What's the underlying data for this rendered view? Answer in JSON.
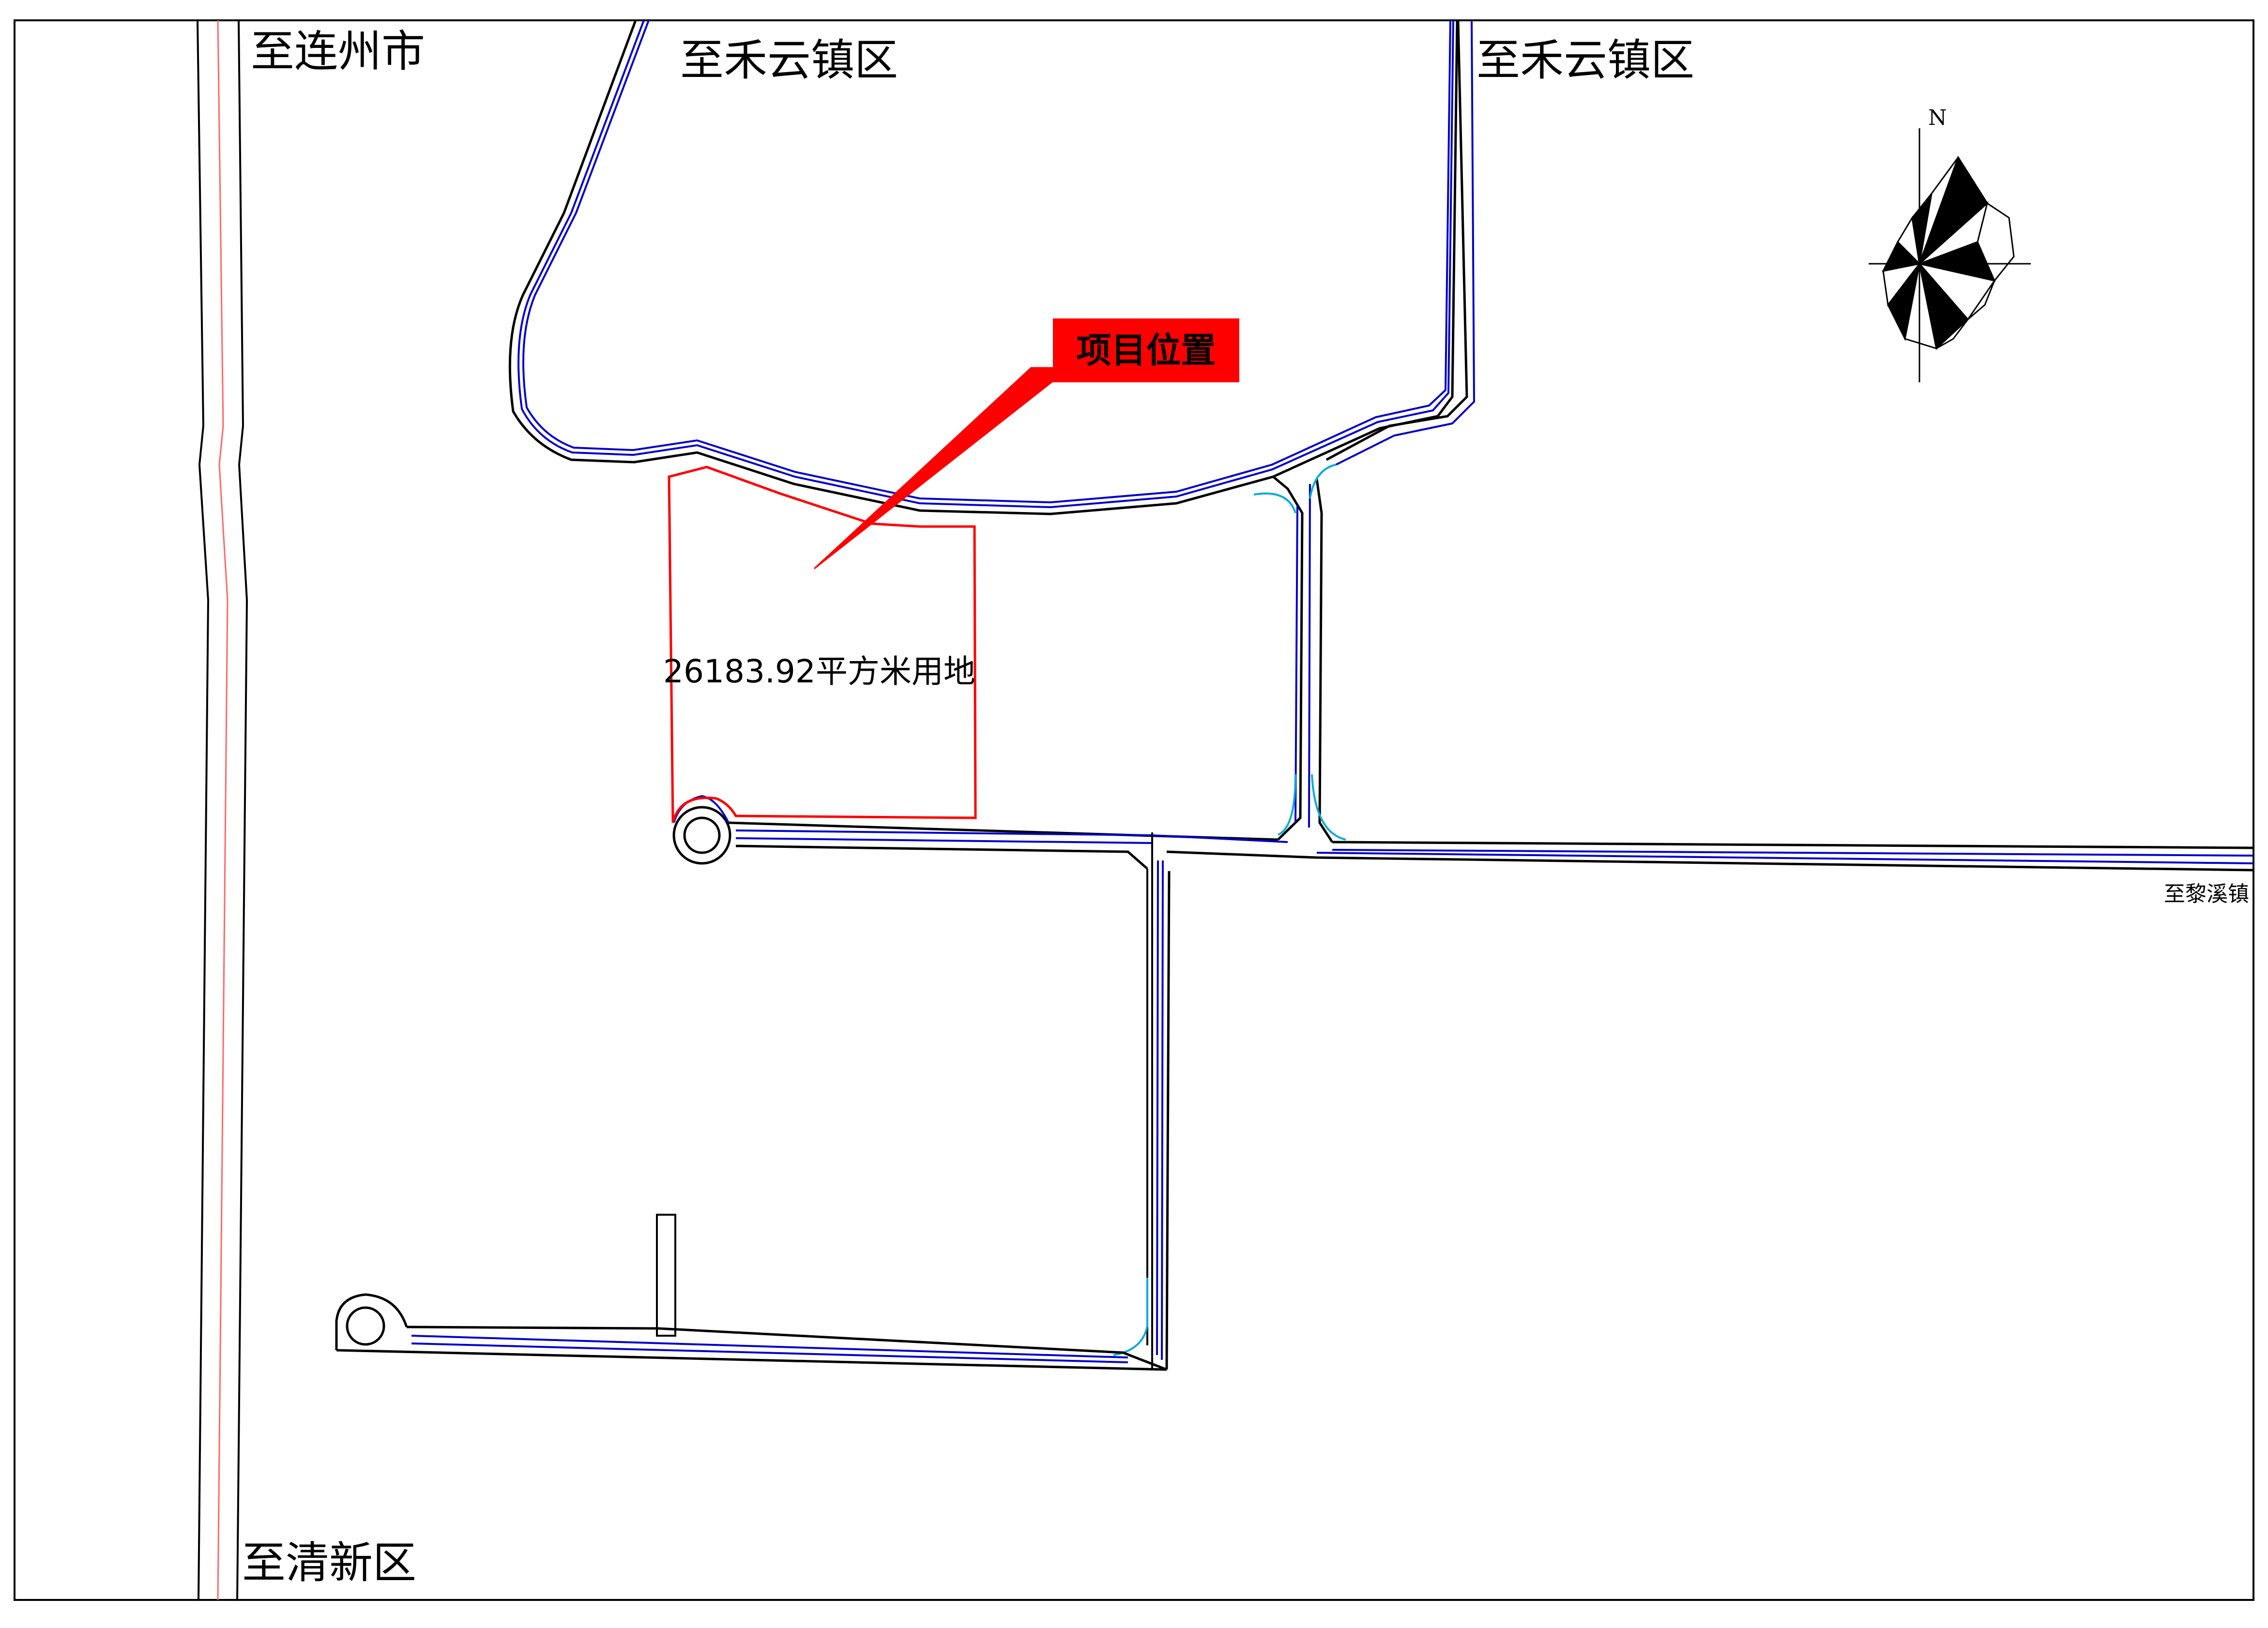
{
  "labels": {
    "lianzhou": "至连州市",
    "heyun_left": "至禾云镇区",
    "heyun_right": "至禾云镇区",
    "qingxin": "至清新区",
    "lixi": "至黎溪镇"
  },
  "project": {
    "callout": "项目位置",
    "area": "26183.92平方米用地"
  },
  "north_arrow": {
    "letter": "N"
  },
  "colors": {
    "boundary": "#ff0000",
    "road_outer": "#000000",
    "road_inner": "#0000cc",
    "road_junction": "#00aadd",
    "centerline": "#ff6666",
    "callout_fill": "#ff0000"
  }
}
